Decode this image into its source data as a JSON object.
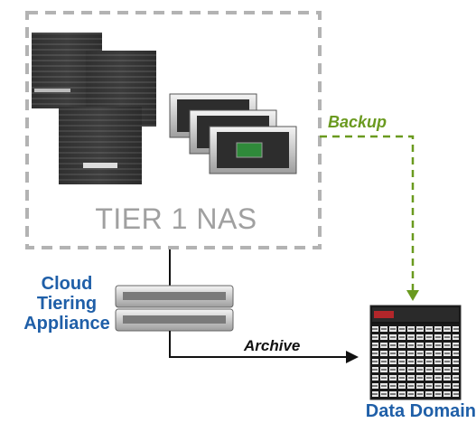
{
  "tier_label": "TIER 1 NAS",
  "backup_label": "Backup",
  "cloud_label_lines": [
    "Cloud",
    "Tiering",
    "Appliance"
  ],
  "archive_label": "Archive",
  "data_domain_label": "Data Domain",
  "colors": {
    "dash_border": "#b3b3b3",
    "backup_green": "#6a9a1f",
    "label_blue": "#1f5fa8",
    "arrow_black": "#111111"
  }
}
